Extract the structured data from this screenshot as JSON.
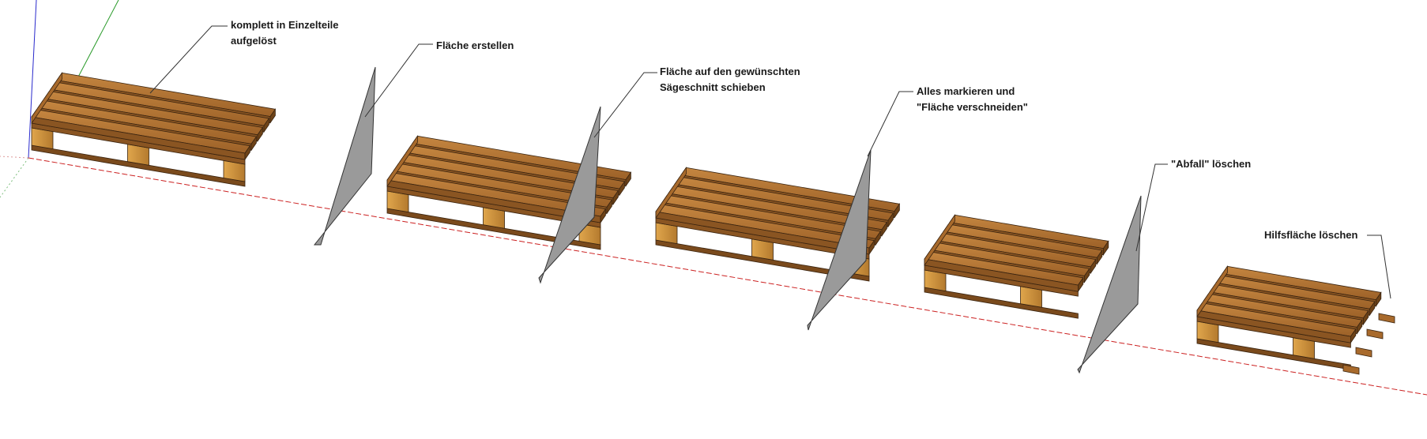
{
  "annotations": [
    {
      "lines": [
        "komplett in Einzelteile",
        "aufgelöst"
      ]
    },
    {
      "lines": [
        "Fläche erstellen"
      ]
    },
    {
      "lines": [
        "Fläche auf den gewünschten",
        "Sägeschnitt schieben"
      ]
    },
    {
      "lines": [
        "Alles markieren und",
        "\"Fläche verschneiden\""
      ]
    },
    {
      "lines": [
        "\"Abfall\" löschen"
      ]
    },
    {
      "lines": [
        "Hilfsfläche löschen"
      ]
    }
  ],
  "colors": {
    "background": "#ffffff",
    "wood_top": "#b8793a",
    "wood_side": "#8a5522",
    "wood_block": "#c98f3e",
    "section_plane": "#9a9a9a",
    "axis_red": "#cc2222",
    "axis_green": "#2a9a2a",
    "axis_blue": "#2a2acc"
  }
}
